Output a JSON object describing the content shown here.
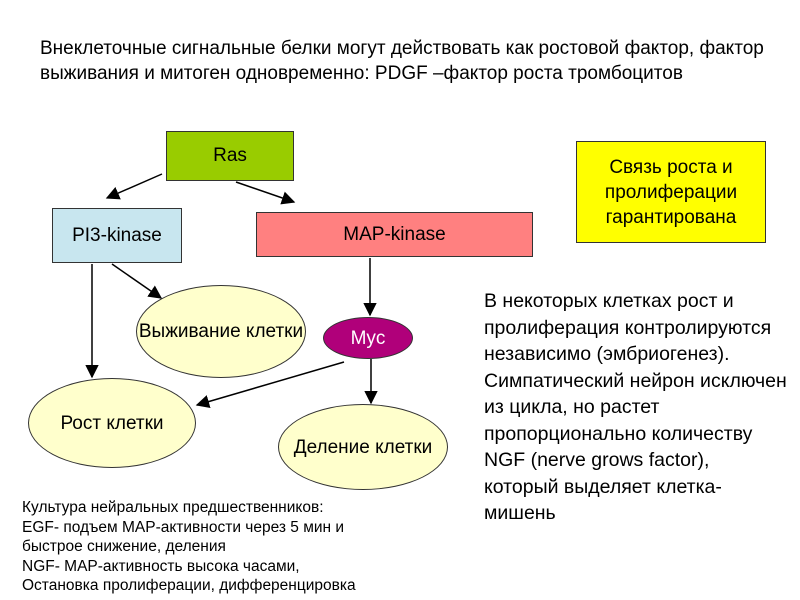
{
  "heading": "Внеклеточные сигнальные белки могут действовать как ростовой фактор, фактор выживания и митоген одновременно: PDGF –фактор роста тромбоцитов",
  "nodes": {
    "ras": "Ras",
    "pi3": "PI3-kinase",
    "map": "MAP-kinase",
    "myc": "Myc",
    "survival": "Выживание клетки",
    "growth": "Рост клетки",
    "division": "Деление клетки"
  },
  "yellow_note": "Связь роста и пролиферации гарантирована",
  "right_text": "В некоторых клетках рост и пролиферация контролируются независимо (эмбриогенез). Симпатический нейрон исключен из цикла, но растет пропорционально количеству NGF (nerve grows factor), который выделяет клетка-мишень",
  "bottom_text": {
    "lines": [
      "Культура нейральных предшественников:",
      "EGF- подъем MAP-активности через 5 мин и",
      "быстрое снижение, деления",
      "NGF- MAP-активность высока часами,",
      "Остановка пролиферации, дифференцировка"
    ]
  },
  "colors": {
    "ras": "#99cc00",
    "pi3": "#c8e6ef",
    "map": "#ff8080",
    "myc": "#b0007a",
    "ellipse": "#ffffcc",
    "note": "#ffff00"
  }
}
